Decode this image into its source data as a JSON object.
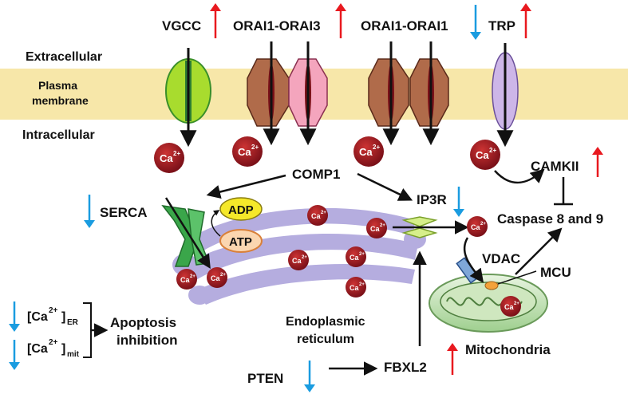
{
  "labels": {
    "vgcc": "VGCC",
    "orai13": "ORAI1-ORAI3",
    "orai11": "ORAI1-ORAI1",
    "trp": "TRP",
    "extracellular": "Extracellular",
    "plasma": "Plasma",
    "membrane": "membrane",
    "intracellular": "Intracellular",
    "comp1": "COMP1",
    "serca": "SERCA",
    "adp": "ADP",
    "atp": "ATP",
    "ip3r": "IP3R",
    "camkii": "CAMKII",
    "caspase": "Caspase 8 and 9",
    "vdac": "VDAC",
    "mcu": "MCU",
    "mitochondria": "Mitochondria",
    "er1": "Endoplasmic",
    "er2": "reticulum",
    "pten": "PTEN",
    "fbxl2": "FBXL2",
    "apoptosis1": "Apoptosis",
    "apoptosis2": "inhibition",
    "ca_er_base": "[Ca",
    "ca_er_sup": "2+",
    "ca_er_close": "]",
    "ca_er_sub": "ER",
    "ca_mit_base": "[Ca",
    "ca_mit_sup": "2+",
    "ca_mit_close": "]",
    "ca_mit_sub": "mit",
    "ion_base": "Ca",
    "ion_sup": "2+"
  },
  "colors": {
    "up_arrow": "#e8191f",
    "down_arrow": "#1a9ce0",
    "membrane": "#f7e7a9",
    "ion": "#8b1520",
    "er": "#b5addf",
    "serca": "#3aa64a"
  }
}
